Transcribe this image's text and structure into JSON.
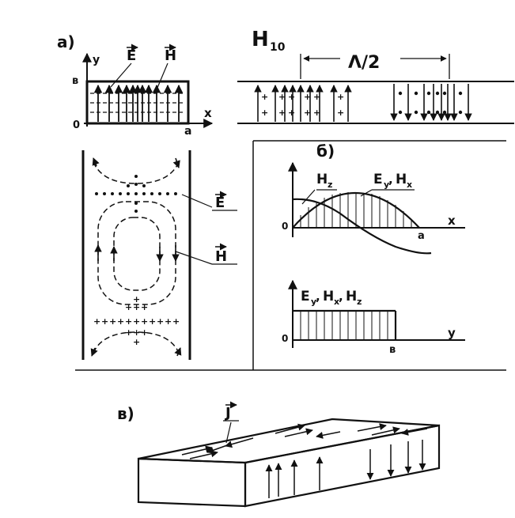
{
  "labels": {
    "panel_a": "а)",
    "panel_b": "б)",
    "panel_v": "в)",
    "mode": "H",
    "mode_sub": "10",
    "half_wavelength": "Λ/2",
    "axis_y": "y",
    "axis_x": "x",
    "origin": "0",
    "dim_a": "a",
    "dim_b": "в",
    "E": "E",
    "H": "H",
    "J": "J",
    "Hz": "H",
    "Hz_sub": "z",
    "Ey": "E",
    "Ey_sub": "y",
    "Hx": "H",
    "Hx_sub": "x",
    "plot1_title": "E y, H x",
    "plot2_title": "E y, H x, H z"
  },
  "colors": {
    "ink": "#111111",
    "paper": "#ffffff"
  }
}
